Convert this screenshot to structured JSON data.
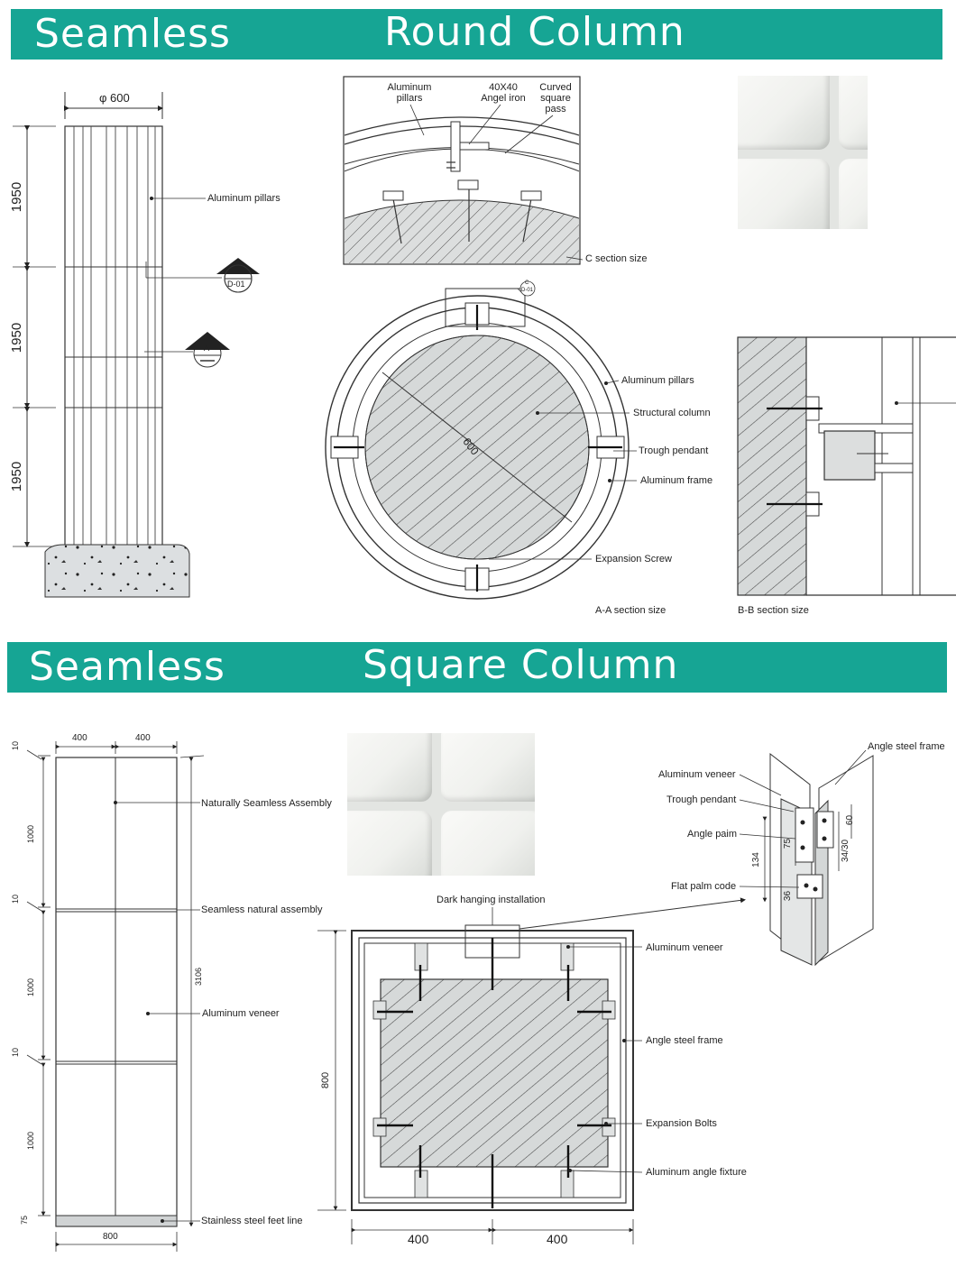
{
  "round": {
    "banner": {
      "left": "Seamless",
      "right": "Round Column"
    },
    "elevation": {
      "diameter": "φ 600",
      "heights": [
        "1950",
        "1950",
        "1950"
      ],
      "label_pillars": "Aluminum pillars",
      "marker_b": {
        "letter": "B",
        "code": "D-01"
      },
      "marker_a": {
        "letter": "A"
      }
    },
    "c_section": {
      "labels": [
        "Aluminum pillars",
        "40X40 Angel iron",
        "Curved square pass"
      ],
      "caption": "C section size"
    },
    "a_section": {
      "marker_c": {
        "letter": "C",
        "code": "D-01"
      },
      "diameter": "600",
      "labels": [
        "Aluminum pillars",
        "Structural column",
        "Trough pendant",
        "Aluminum frame",
        "Expansion Screw"
      ],
      "caption": "A-A section size"
    },
    "b_section": {
      "caption": "B-B section size"
    }
  },
  "square": {
    "banner": {
      "left": "Seamless",
      "right": "Square Column"
    },
    "elevation": {
      "top_widths": [
        "400",
        "400"
      ],
      "bottom_width": "800",
      "left_dims": [
        "10",
        "1000",
        "10",
        "1000",
        "10",
        "1000",
        "75"
      ],
      "total_height": "3106",
      "labels": [
        "Naturally Seamless Assembly",
        "Seamless natural assembly",
        "Aluminum veneer",
        "Stainless steel feet line"
      ]
    },
    "detail_3d": {
      "labels": [
        "Angle steel frame",
        "Aluminum veneer",
        "Trough pendant",
        "Angle paim",
        "Flat palm code"
      ],
      "dims": [
        "134",
        "75",
        "36",
        "34/30",
        "60"
      ]
    },
    "plan": {
      "top_label": "Dark hanging installation",
      "labels": [
        "Aluminum veneer",
        "Angle steel frame",
        "Expansion Bolts",
        "Aluminum angle fixture"
      ],
      "side_dim": "800",
      "bottom_dims": [
        "400",
        "400"
      ]
    }
  },
  "colors": {
    "banner": "#16a594",
    "hatch_fill": "#d9dcdc",
    "line": "#333333"
  }
}
